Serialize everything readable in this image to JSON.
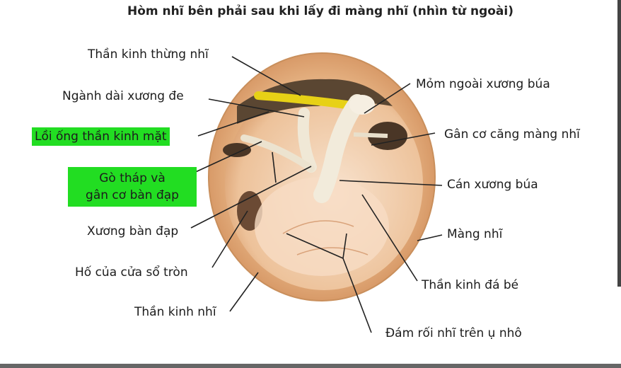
{
  "title": "Hòm nhĩ bên phải sau khi lấy đi màng nhĩ (nhìn từ ngoài)",
  "labels": {
    "chorda_tympani": "Thần kinh thừng nhĩ",
    "long_process_incus": "Ngành dài xương đe",
    "facial_canal": "Lồi ống thần kinh mặt",
    "pyramid_line1": "Gò tháp và",
    "pyramid_line2": "gân cơ bàn đạp",
    "stapes": "Xương bàn đạp",
    "round_window": "Hố của cửa sổ tròn",
    "tympanic_nerve": "Thần kinh nhĩ",
    "lateral_process_malleus": "Mỏm ngoài xương búa",
    "tensor_tympani_tendon": "Gân cơ căng màng nhĩ",
    "handle_malleus": "Cán xương búa",
    "tympanic_membrane": "Màng nhĩ",
    "lesser_petrosal": "Thần kinh đá bé",
    "tympanic_plexus": "Đám rối nhĩ trên ụ nhô"
  },
  "colors": {
    "highlight": "#22dd22",
    "rim": "#e8b98a",
    "cavity": "#f3d2b4",
    "nerve": "#f2e21a",
    "bone": "#f6efe2",
    "dark": "#4a3a2a"
  }
}
